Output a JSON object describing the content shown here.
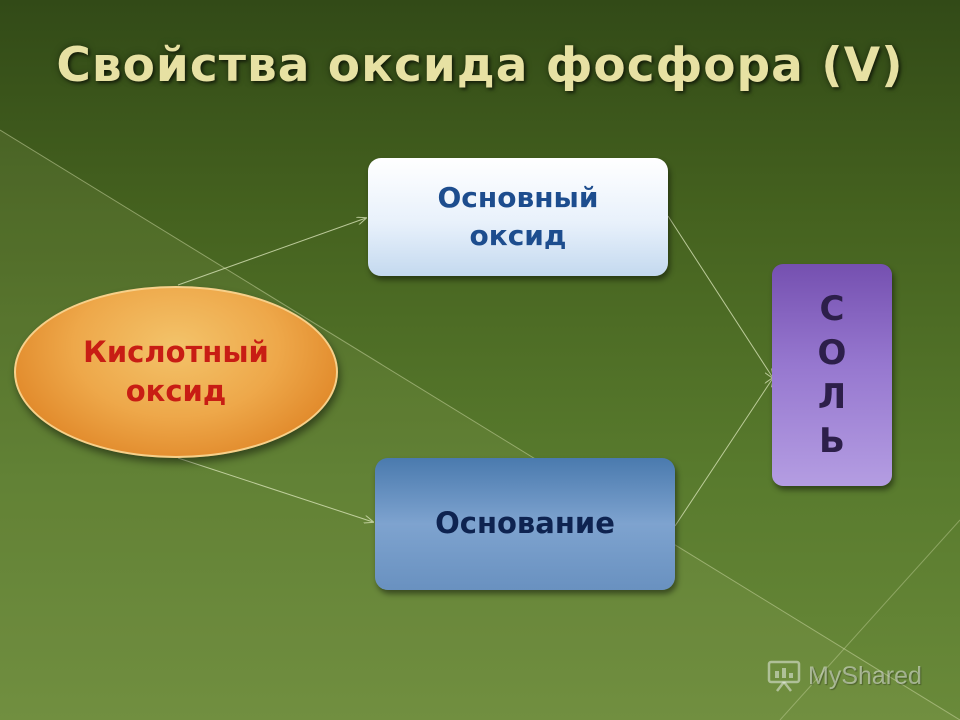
{
  "title": "Свойства оксида фосфора (V)",
  "nodes": {
    "basic_oxide": "Основный\nоксид",
    "acidic_oxide": "Кислотный\nоксид",
    "base": "Основание",
    "salt": "С\nО\nЛ\nЬ"
  },
  "watermark": {
    "text": "MyShared",
    "icon": "presentation-board-icon"
  },
  "colors": {
    "title": "#e7e1a3",
    "acidic_oxide_text": "#c81d14",
    "basic_oxide_text": "#1d4d8e",
    "base_text": "#0e2350",
    "salt_text": "#2d1f4a",
    "connector": "#d7e2b6"
  }
}
